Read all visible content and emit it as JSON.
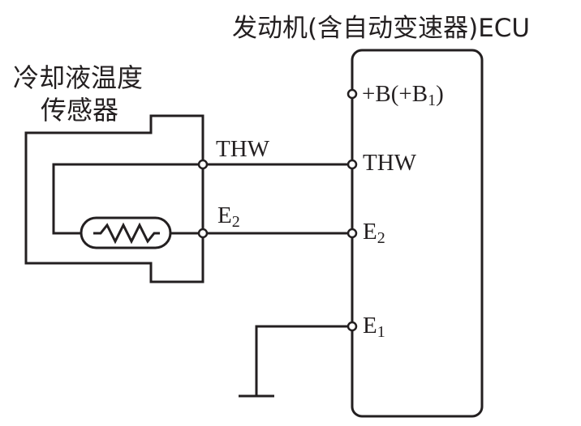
{
  "ecu": {
    "title": "发动机(含自动变速器)ECU",
    "pins": {
      "b_plus": {
        "a": "+B(+B",
        "sub": "1",
        "b": ")"
      },
      "thw": "THW",
      "e2": {
        "main": "E",
        "sub": "2"
      },
      "e1": {
        "main": "E",
        "sub": "1"
      }
    }
  },
  "sensor": {
    "title_line1": "冷却液温度",
    "title_line2": "传感器",
    "pins": {
      "thw": "THW",
      "e2": {
        "main": "E",
        "sub": "2"
      }
    }
  },
  "colors": {
    "line": "#231f20",
    "background": "#ffffff"
  }
}
